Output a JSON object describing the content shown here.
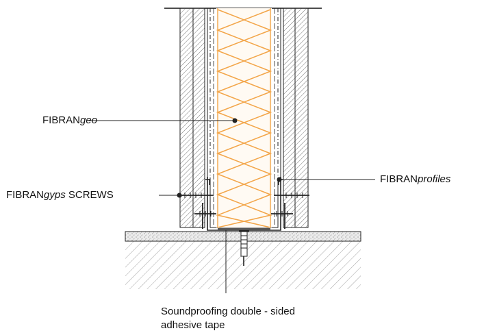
{
  "labels": {
    "geo": {
      "brand": "FIBRAN",
      "suffix": "geo"
    },
    "screws": {
      "brand": "FIBRAN",
      "suffix": "gyps",
      "tail": " SCREWS"
    },
    "profiles": {
      "brand": "FIBRAN",
      "suffix": "profiles"
    }
  },
  "caption": {
    "line1": "Soundproofing double - sided",
    "line2": "adhesive tape"
  },
  "colors": {
    "insulation": "#f3a64a",
    "line": "#222222",
    "board_hatch": "#555555",
    "floor_fill": "#e8e8e8"
  }
}
